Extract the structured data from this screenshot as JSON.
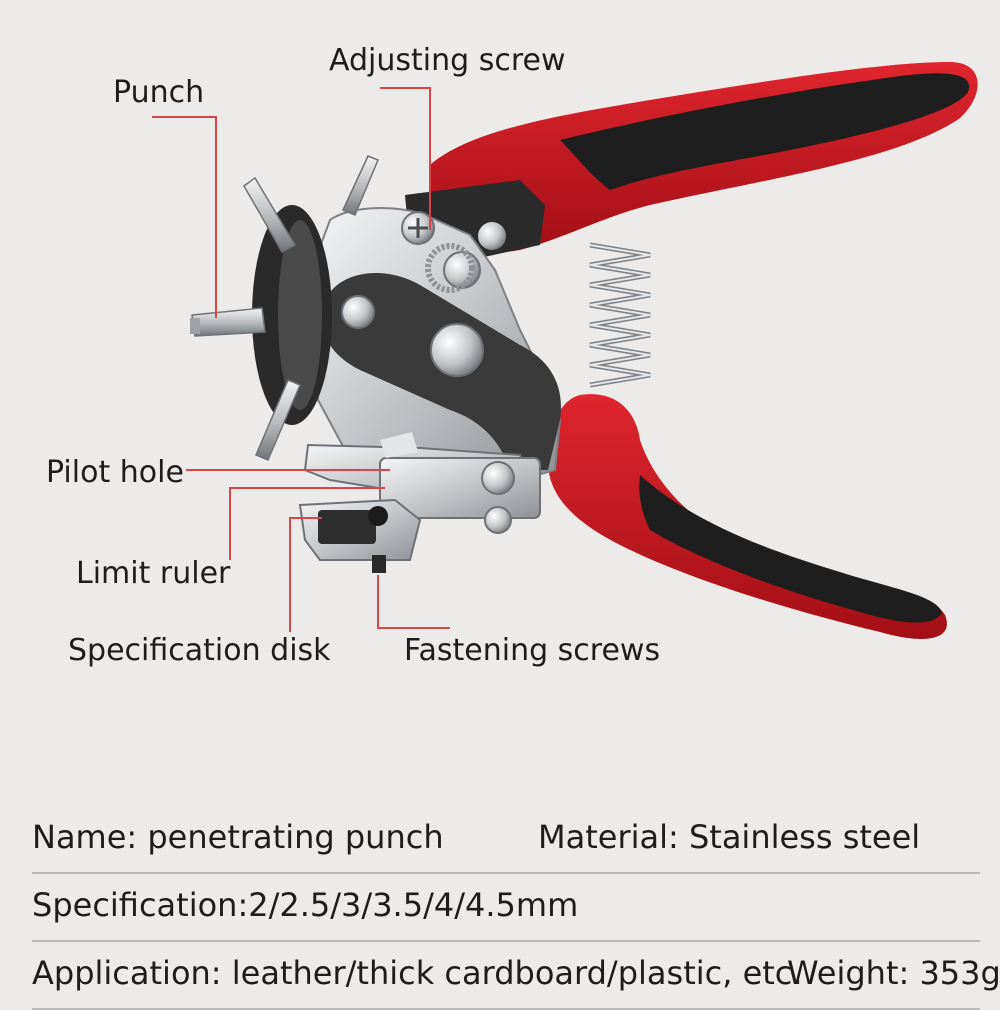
{
  "callouts": {
    "punch": "Punch",
    "adjusting_screw": "Adjusting screw",
    "pilot_hole": "Pilot hole",
    "limit_ruler": "Limit ruler",
    "specification_disk": "Specification disk",
    "fastening_screws": "Fastening screws"
  },
  "specs": {
    "name": "Name: penetrating punch",
    "material": "Material: Stainless steel",
    "specification": "Specification:2/2.5/3/3.5/4/4.5mm",
    "application": "Application: leather/thick cardboard/plastic, etc.",
    "weight": "Weight: 353g"
  },
  "colors": {
    "background": "#ecebea",
    "leader_line": "#d9464a",
    "handle_red": "#c8151d",
    "handle_black": "#1e1e1e",
    "steel": "#c9cbcd"
  }
}
